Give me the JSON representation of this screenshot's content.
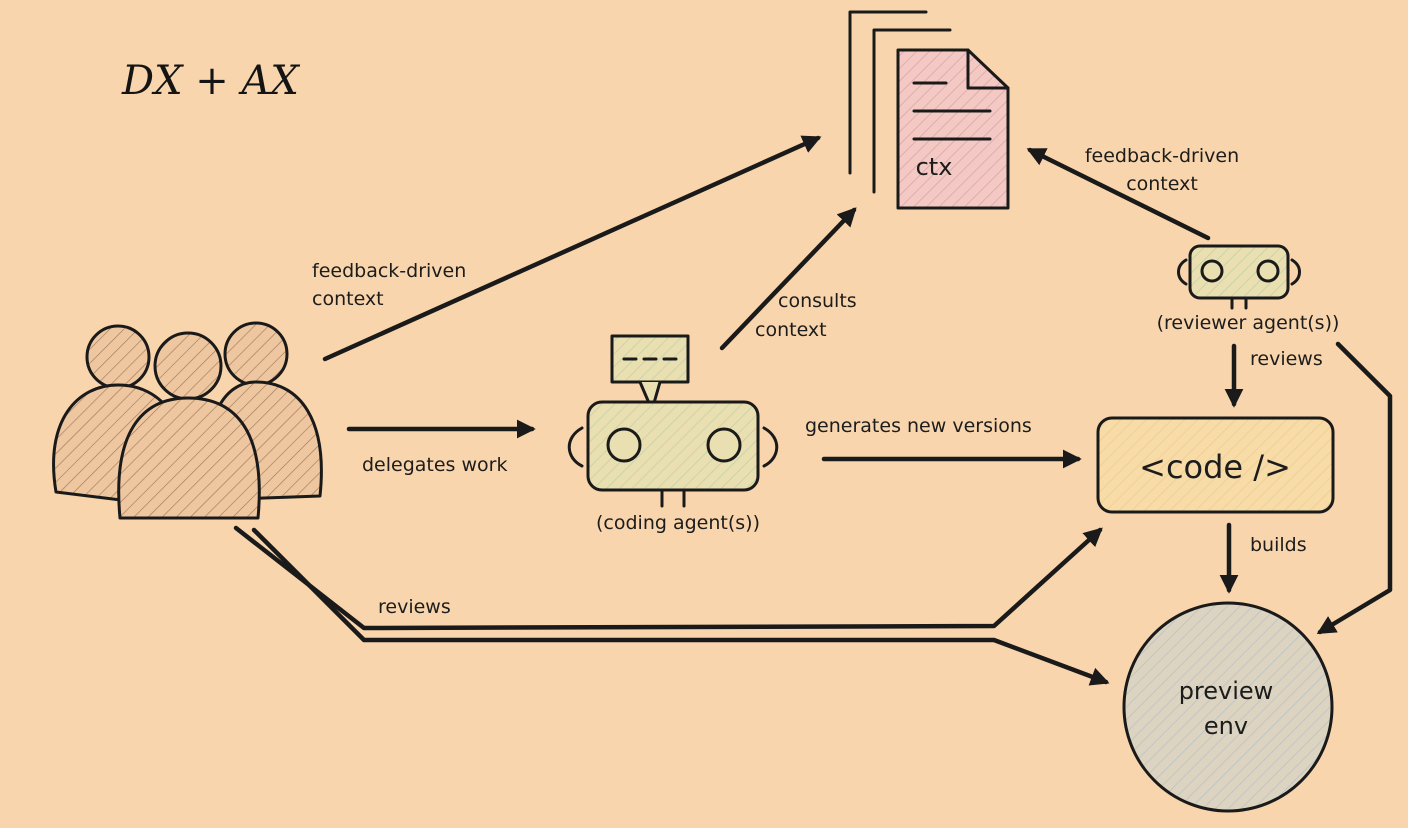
{
  "title": "DX + AX",
  "nodes": {
    "ctx": "ctx",
    "coding_agent": "(coding agent(s))",
    "reviewer_agent": "(reviewer agent(s))",
    "code": "<code />",
    "preview_line1": "preview",
    "preview_line2": "env"
  },
  "edges": {
    "users_to_ctx_line1": "feedback-driven",
    "users_to_ctx_line2": "context",
    "reviewer_to_ctx_line1": "feedback-driven",
    "reviewer_to_ctx_line2": "context",
    "consults_line1": "consults",
    "consults_line2": "context",
    "delegates": "delegates work",
    "generates": "generates new versions",
    "reviewer_reviews": "reviews",
    "builds": "builds",
    "users_reviews": "reviews"
  },
  "colors": {
    "background": "#f8d5ac",
    "ctx_fill": "#f4c9c4",
    "agent_fill": "#e9dfb0",
    "code_fill": "#f7dca8",
    "preview_fill": "#dcd3c0",
    "users_fill": "#eec7a0"
  }
}
